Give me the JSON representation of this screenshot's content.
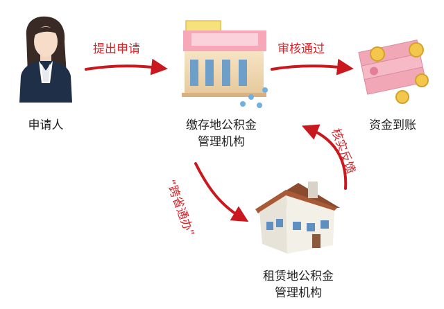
{
  "nodes": {
    "applicant": "申请人",
    "deposit_org_line1": "缴存地公积金",
    "deposit_org_line2": "管理机构",
    "funds_arrival": "资金到账",
    "lease_org_line1": "租赁地公积金",
    "lease_org_line2": "管理机构"
  },
  "arrows": {
    "submit": "提出申请",
    "approve": "审核通过",
    "cross_province": "“跨省通办”",
    "verify_feedback": "核实反馈"
  },
  "colors": {
    "arrow": "#c9191f",
    "label_text": "#222222",
    "arrow_text": "#d7262b"
  },
  "icons": [
    "woman-applicant-icon",
    "office-building-icon",
    "money-stack-icon",
    "house-icon"
  ]
}
